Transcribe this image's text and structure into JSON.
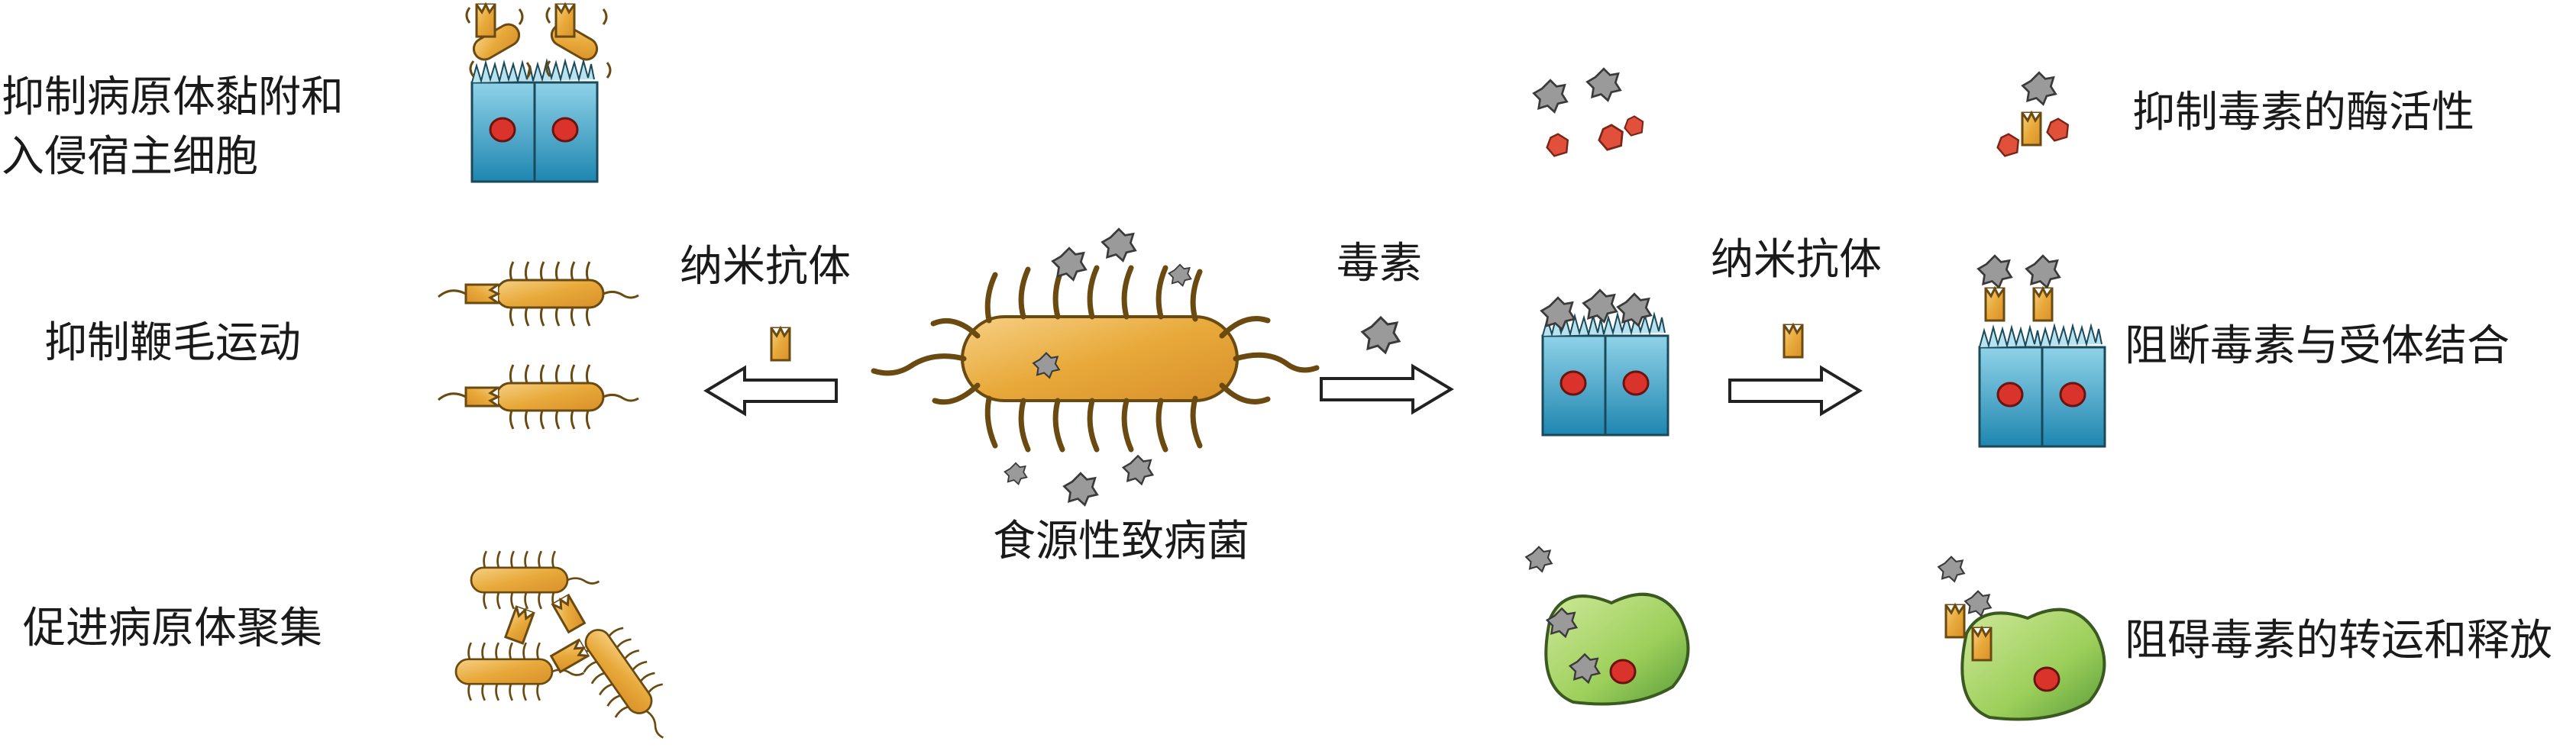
{
  "left_labels": {
    "adhesion": [
      "抑制病原体黏附和",
      "入侵宿主细胞"
    ],
    "flagella": "抑制鞭毛运动",
    "aggregation": "促进病原体聚集"
  },
  "center": {
    "nanobody_left": "纳米抗体",
    "pathogen": "食源性致病菌",
    "toxin": "毒素",
    "nanobody_right": "纳米抗体"
  },
  "right_labels": {
    "enzyme": "抑制毒素的酶活性",
    "receptor": "阻断毒素与受体结合",
    "transport": "阻碍毒素的转运和释放"
  },
  "colors": {
    "bacteria_orange": "#e8a93a",
    "cell_blue": "#2d9cc4",
    "nucleus_red": "#d9332b",
    "toxin_gray": "#9a9a9a",
    "enzyme_red": "#e0503a",
    "macrophage_green": "#9ccf5a"
  }
}
